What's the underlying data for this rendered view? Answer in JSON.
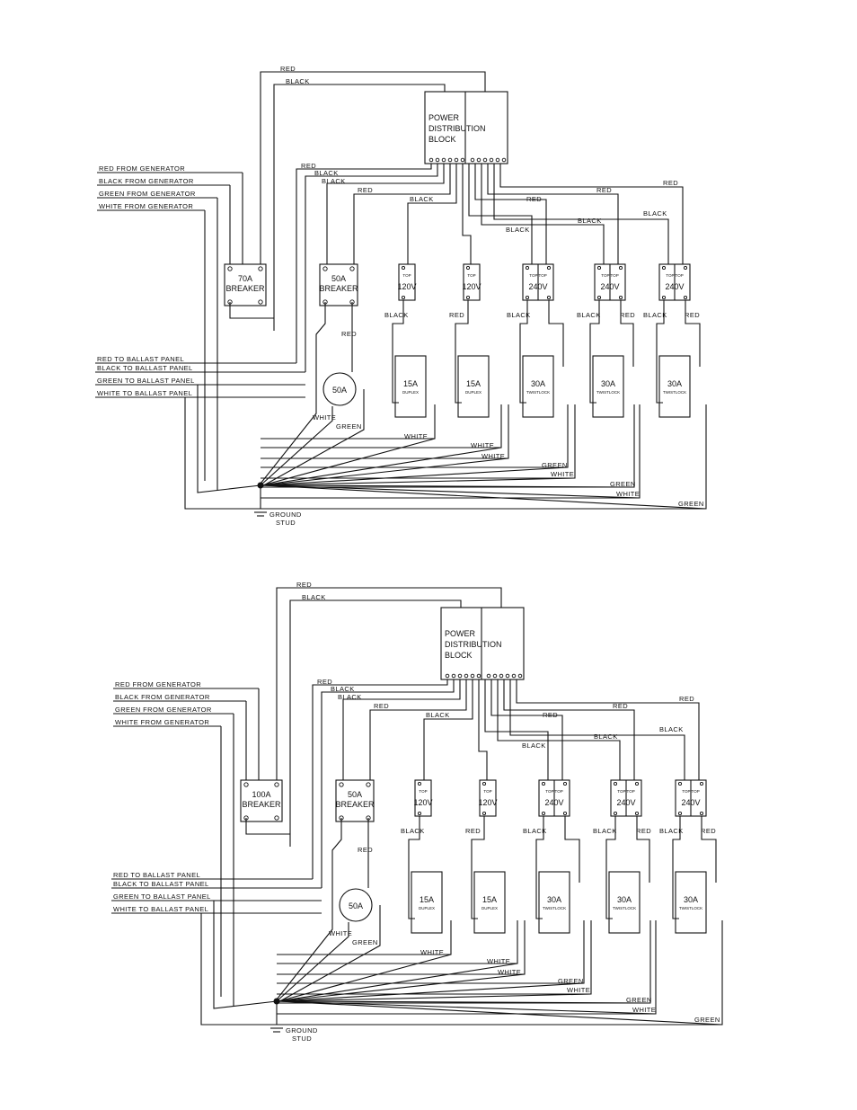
{
  "diagrams": [
    {
      "wire_labels": {
        "top_red": "RED",
        "top_black": "BLACK",
        "red_2": "RED",
        "black_2": "BLACK",
        "black_3": "BLACK",
        "red_3": "RED",
        "black_4": "BLACK",
        "red_4": "RED",
        "red_5": "RED",
        "red_6": "RED",
        "black_5": "BLACK",
        "black_6": "BLACK",
        "black_7": "BLACK"
      },
      "inputs": [
        "RED FROM GENERATOR",
        "BLACK FROM GENERATOR",
        "GREEN FROM GENERATOR",
        "WHITE FROM GENERATOR"
      ],
      "outputs": [
        "RED TO BALLAST PANEL",
        "BLACK TO BALLAST PANEL",
        "GREEN TO BALLAST PANEL",
        "WHITE TO BALLAST PANEL"
      ],
      "pdb": [
        "POWER",
        "DISTRIBUTION",
        "BLOCK"
      ],
      "main_breaker": [
        "70A",
        "BREAKER"
      ],
      "sub_breaker": [
        "50A",
        "BREAKER"
      ],
      "red_50a": "RED",
      "receptacle_50a": "50A",
      "white_50a": "WHITE",
      "green_50a": "GREEN",
      "breakers": [
        {
          "top": "TOP",
          "rating": "120V"
        },
        {
          "top": "TOP",
          "rating": "120V"
        },
        {
          "top": "TOP TOP",
          "rating": "240V"
        },
        {
          "top": "TOP TOP",
          "rating": "240V"
        },
        {
          "top": "TOP TOP",
          "rating": "240V"
        }
      ],
      "breaker_labels": [
        [
          "BLACK"
        ],
        [
          "RED"
        ],
        [
          "BLACK"
        ],
        [
          "BLACK",
          "RED"
        ],
        [
          "BLACK",
          "RED"
        ]
      ],
      "receptacles": [
        {
          "rating": "15A",
          "type": "DUPLEX"
        },
        {
          "rating": "15A",
          "type": "DUPLEX"
        },
        {
          "rating": "30A",
          "type": "TWISTLOCK"
        },
        {
          "rating": "30A",
          "type": "TWISTLOCK"
        },
        {
          "rating": "30A",
          "type": "TWISTLOCK"
        }
      ],
      "return_labels": [
        "WHITE",
        "WHITE",
        "WHITE",
        "GREEN",
        "WHITE",
        "GREEN",
        "WHITE",
        "GREEN"
      ],
      "ground": [
        "GROUND",
        "STUD"
      ]
    },
    {
      "wire_labels": {
        "top_red": "RED",
        "top_black": "BLACK",
        "red_2": "RED",
        "black_2": "BLACK",
        "black_3": "BLACK",
        "red_3": "RED",
        "black_4": "BLACK",
        "red_4": "RED",
        "red_5": "RED",
        "red_6": "RED",
        "black_5": "BLACK",
        "black_6": "BLACK",
        "black_7": "BLACK"
      },
      "inputs": [
        "RED FROM GENERATOR",
        "BLACK FROM GENERATOR",
        "GREEN FROM GENERATOR",
        "WHITE FROM GENERATOR"
      ],
      "outputs": [
        "RED TO BALLAST PANEL",
        "BLACK TO BALLAST PANEL",
        "GREEN TO BALLAST PANEL",
        "WHITE TO BALLAST PANEL"
      ],
      "pdb": [
        "POWER",
        "DISTRIBUTION",
        "BLOCK"
      ],
      "main_breaker": [
        "100A",
        "BREAKER"
      ],
      "sub_breaker": [
        "50A",
        "BREAKER"
      ],
      "red_50a": "RED",
      "receptacle_50a": "50A",
      "white_50a": "WHITE",
      "green_50a": "GREEN",
      "breakers": [
        {
          "top": "TOP",
          "rating": "120V"
        },
        {
          "top": "TOP",
          "rating": "120V"
        },
        {
          "top": "TOP TOP",
          "rating": "240V"
        },
        {
          "top": "TOP TOP",
          "rating": "240V"
        },
        {
          "top": "TOP TOP",
          "rating": "240V"
        }
      ],
      "breaker_labels": [
        [
          "BLACK"
        ],
        [
          "RED"
        ],
        [
          "BLACK"
        ],
        [
          "BLACK",
          "RED"
        ],
        [
          "BLACK",
          "RED"
        ]
      ],
      "receptacles": [
        {
          "rating": "15A",
          "type": "DUPLEX"
        },
        {
          "rating": "15A",
          "type": "DUPLEX"
        },
        {
          "rating": "30A",
          "type": "TWISTLOCK"
        },
        {
          "rating": "30A",
          "type": "TWISTLOCK"
        },
        {
          "rating": "30A",
          "type": "TWISTLOCK"
        }
      ],
      "return_labels": [
        "WHITE",
        "WHITE",
        "WHITE",
        "GREEN",
        "WHITE",
        "GREEN",
        "WHITE",
        "GREEN"
      ],
      "ground": [
        "GROUND",
        "STUD"
      ]
    }
  ]
}
